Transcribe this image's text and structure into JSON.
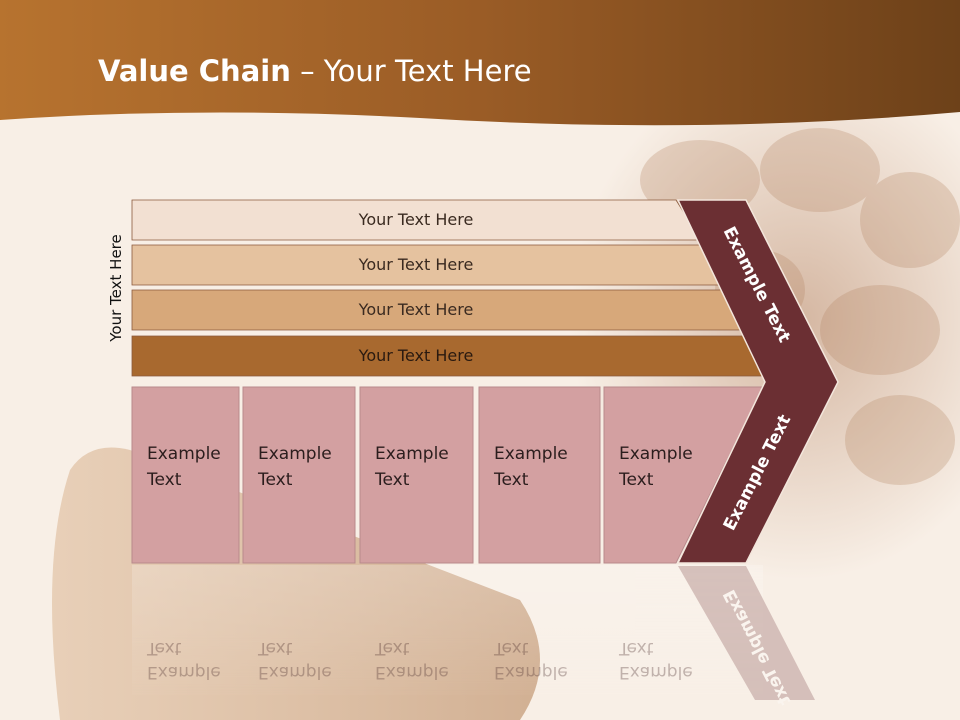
{
  "title": {
    "bold": "Value Chain",
    "rest": " – Your Text Here"
  },
  "side_label": "Your Text Here",
  "rows": [
    {
      "label": "Your Text Here",
      "color": "#f2e0d2"
    },
    {
      "label": "Your Text Here",
      "color": "#e5c29f"
    },
    {
      "label": "Your Text Here",
      "color": "#d7a87a"
    },
    {
      "label": "Your Text Here",
      "color": "#a8692f"
    }
  ],
  "columns": [
    {
      "line1": "Example",
      "line2": "Text"
    },
    {
      "line1": "Example",
      "line2": "Text"
    },
    {
      "line1": "Example",
      "line2": "Text"
    },
    {
      "line1": "Example",
      "line2": "Text"
    },
    {
      "line1": "Example",
      "line2": "Text"
    }
  ],
  "arrow_labels": {
    "upper": "Example Text",
    "lower": "Example Text"
  },
  "colors": {
    "header_brown": "#8f5322",
    "column_fill": "#d3a0a1",
    "arrow_fill": "#6b2f33"
  }
}
